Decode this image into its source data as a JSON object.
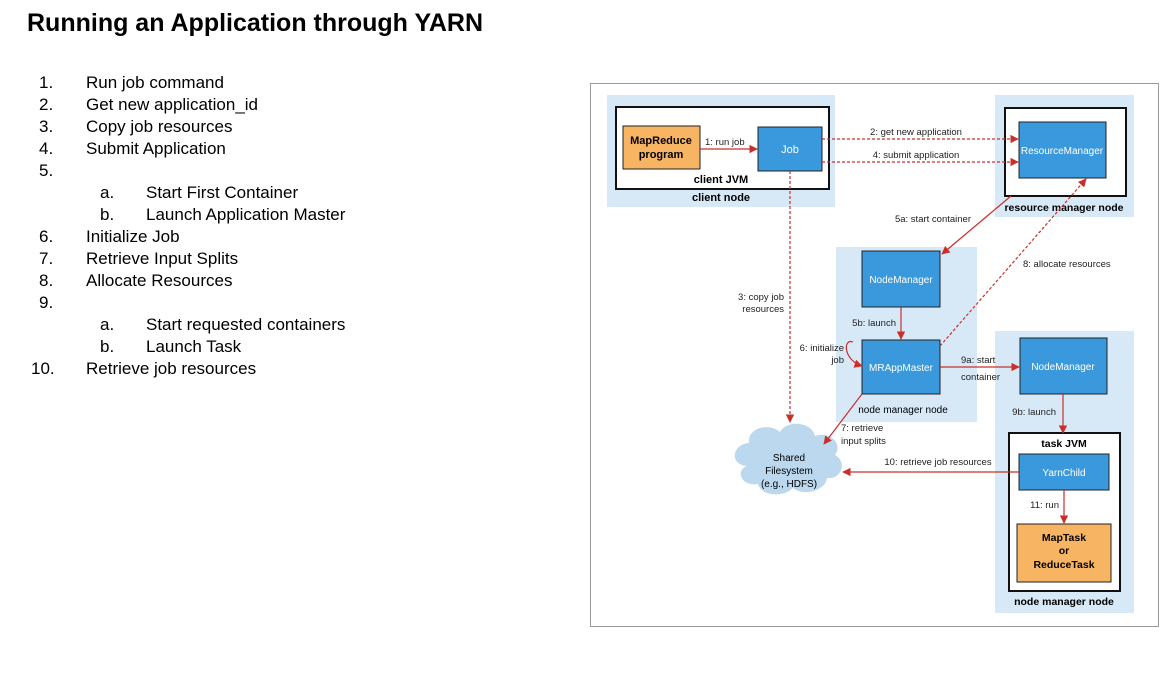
{
  "slide": {
    "title": "Running an Application through YARN",
    "steps": [
      {
        "num": "1.",
        "text": "Run job command",
        "sub": []
      },
      {
        "num": "2.",
        "text": "Get new application_id",
        "sub": []
      },
      {
        "num": "3.",
        "text": "Copy job resources",
        "sub": []
      },
      {
        "num": "4.",
        "text": "Submit Application",
        "sub": []
      },
      {
        "num": "5.",
        "text": "",
        "sub": [
          {
            "num": "a.",
            "text": "Start First Container"
          },
          {
            "num": "b.",
            "text": "Launch Application Master"
          }
        ]
      },
      {
        "num": "6.",
        "text": "Initialize Job",
        "sub": []
      },
      {
        "num": "7.",
        "text": "Retrieve Input Splits",
        "sub": []
      },
      {
        "num": "8.",
        "text": "Allocate Resources",
        "sub": []
      },
      {
        "num": "9.",
        "text": "",
        "sub": [
          {
            "num": "a.",
            "text": "Start requested containers"
          },
          {
            "num": "b.",
            "text": "Launch Task"
          }
        ]
      },
      {
        "num": "10.",
        "text": "Retrieve job resources",
        "sub": []
      }
    ]
  },
  "diagram": {
    "nodes": {
      "mapreduce_program": [
        "MapReduce",
        "program"
      ],
      "job": "Job",
      "client_jvm": "client JVM",
      "client_node": "client node",
      "resource_manager": "ResourceManager",
      "resource_manager_node": "resource manager node",
      "node_manager_1": "NodeManager",
      "mr_app_master": "MRAppMaster",
      "node_manager_node_1": "node manager node",
      "node_manager_2": "NodeManager",
      "task_jvm": "task JVM",
      "yarn_child": "YarnChild",
      "map_task": [
        "MapTask",
        "or",
        "ReduceTask"
      ],
      "node_manager_node_2": "node manager node",
      "shared_fs": [
        "Shared",
        "Filesystem",
        "(e.g., HDFS)"
      ]
    },
    "edges": {
      "run_job": "1: run job",
      "get_new_app": "2: get new application",
      "submit_app": "4: submit application",
      "copy_job_resources": [
        "3: copy job",
        "resources"
      ],
      "start_container_5a": "5a: start container",
      "launch_5b": "5b: launch",
      "initialize_job": [
        "6: initialize",
        "job"
      ],
      "allocate_resources": "8: allocate resources",
      "start_container_9a": [
        "9a: start",
        "container"
      ],
      "launch_9b": "9b: launch",
      "retrieve_input_splits": [
        "7: retrieve",
        "input splits"
      ],
      "retrieve_job_resources": "10: retrieve job resources",
      "run_11": "11: run"
    },
    "colors": {
      "node_bg": "#d7e9f7",
      "box_blue": "#3a98dc",
      "box_orange": "#f7b462",
      "arrow_red": "#c9302c",
      "cloud": "#bcd8ee"
    }
  }
}
